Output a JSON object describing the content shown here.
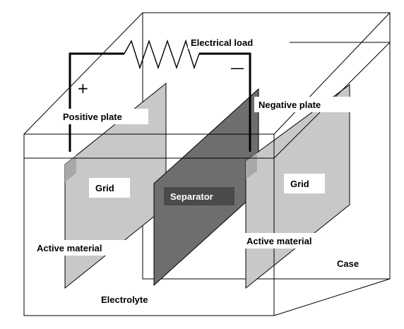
{
  "labels": {
    "electrical_load": "Electrical load",
    "positive_sign": "+",
    "negative_sign": "—",
    "positive_plate": "Positive plate",
    "negative_plate": "Negative plate",
    "grid_left": "Grid",
    "grid_right": "Grid",
    "separator": "Separator",
    "active_material_left": "Active material",
    "active_material_right": "Active material",
    "case": "Case",
    "electrolyte": "Electrolyte"
  },
  "colors": {
    "plate_fill": "#c8c8c8",
    "grid_strip_fill": "#a8a8a8",
    "separator_fill": "#6e6e6e",
    "separator_label_bg": "#4a4a4a",
    "outline": "#000000",
    "wire": "#000000",
    "label_bg": "#ffffff"
  }
}
